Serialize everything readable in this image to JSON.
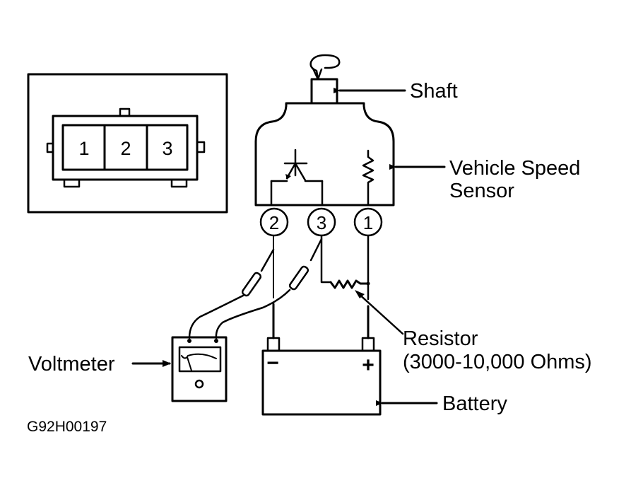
{
  "diagram": {
    "figure_code": "G92H00197",
    "connector_view": {
      "terminals": [
        "1",
        "2",
        "3"
      ]
    },
    "sensor": {
      "terminals": [
        "2",
        "3",
        "1"
      ]
    },
    "labels": {
      "shaft": "Shaft",
      "sensor_line1": "Vehicle Speed",
      "sensor_line2": "Sensor",
      "resistor_line1": "Resistor",
      "resistor_line2": "(3000-10,000 Ohms)",
      "battery": "Battery",
      "voltmeter": "Voltmeter"
    },
    "battery": {
      "negative_symbol": "−",
      "positive_symbol": "+"
    }
  }
}
